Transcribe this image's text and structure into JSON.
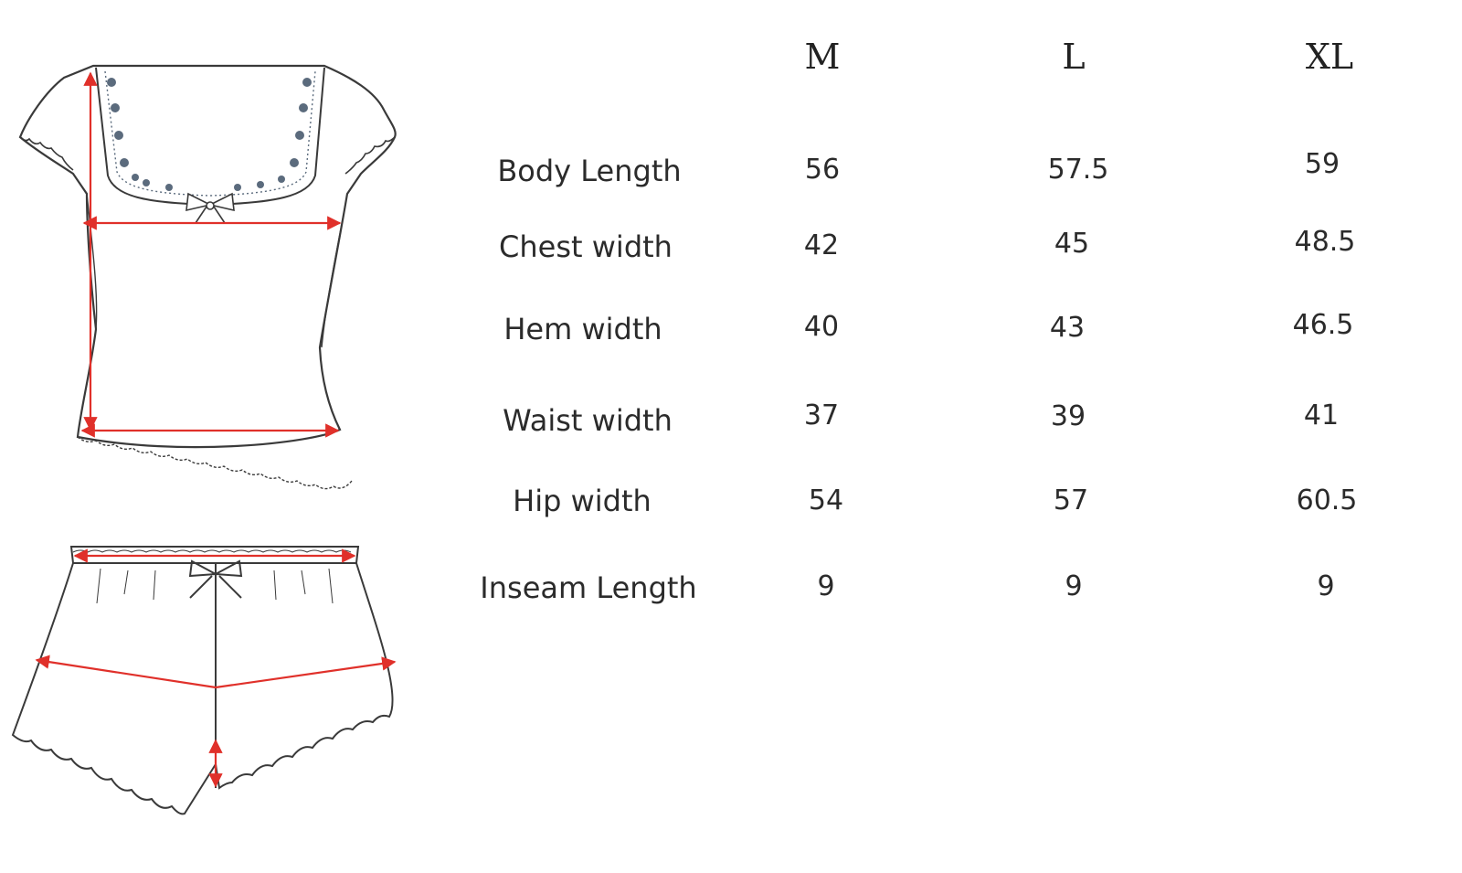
{
  "size_chart": {
    "sizes": [
      "M",
      "L",
      "XL"
    ],
    "rows": [
      {
        "label": "Body Length",
        "values": [
          "56",
          "57.5",
          "59"
        ]
      },
      {
        "label": "Chest width",
        "values": [
          "42",
          "45",
          "48.5"
        ]
      },
      {
        "label": "Hem width",
        "values": [
          "40",
          "43",
          "46.5"
        ]
      },
      {
        "label": "Waist width",
        "values": [
          "37",
          "39",
          "41"
        ]
      },
      {
        "label": "Hip width",
        "values": [
          "54",
          "57",
          "60.5"
        ]
      },
      {
        "label": "Inseam Length",
        "values": [
          "9",
          "9",
          "9"
        ]
      }
    ]
  },
  "illustration": {
    "items": [
      "top-illustration",
      "shorts-illustration"
    ],
    "outline_color": "#3a3a3a",
    "measure_color": "#e0302a",
    "lace_color": "#5b6b7d"
  }
}
